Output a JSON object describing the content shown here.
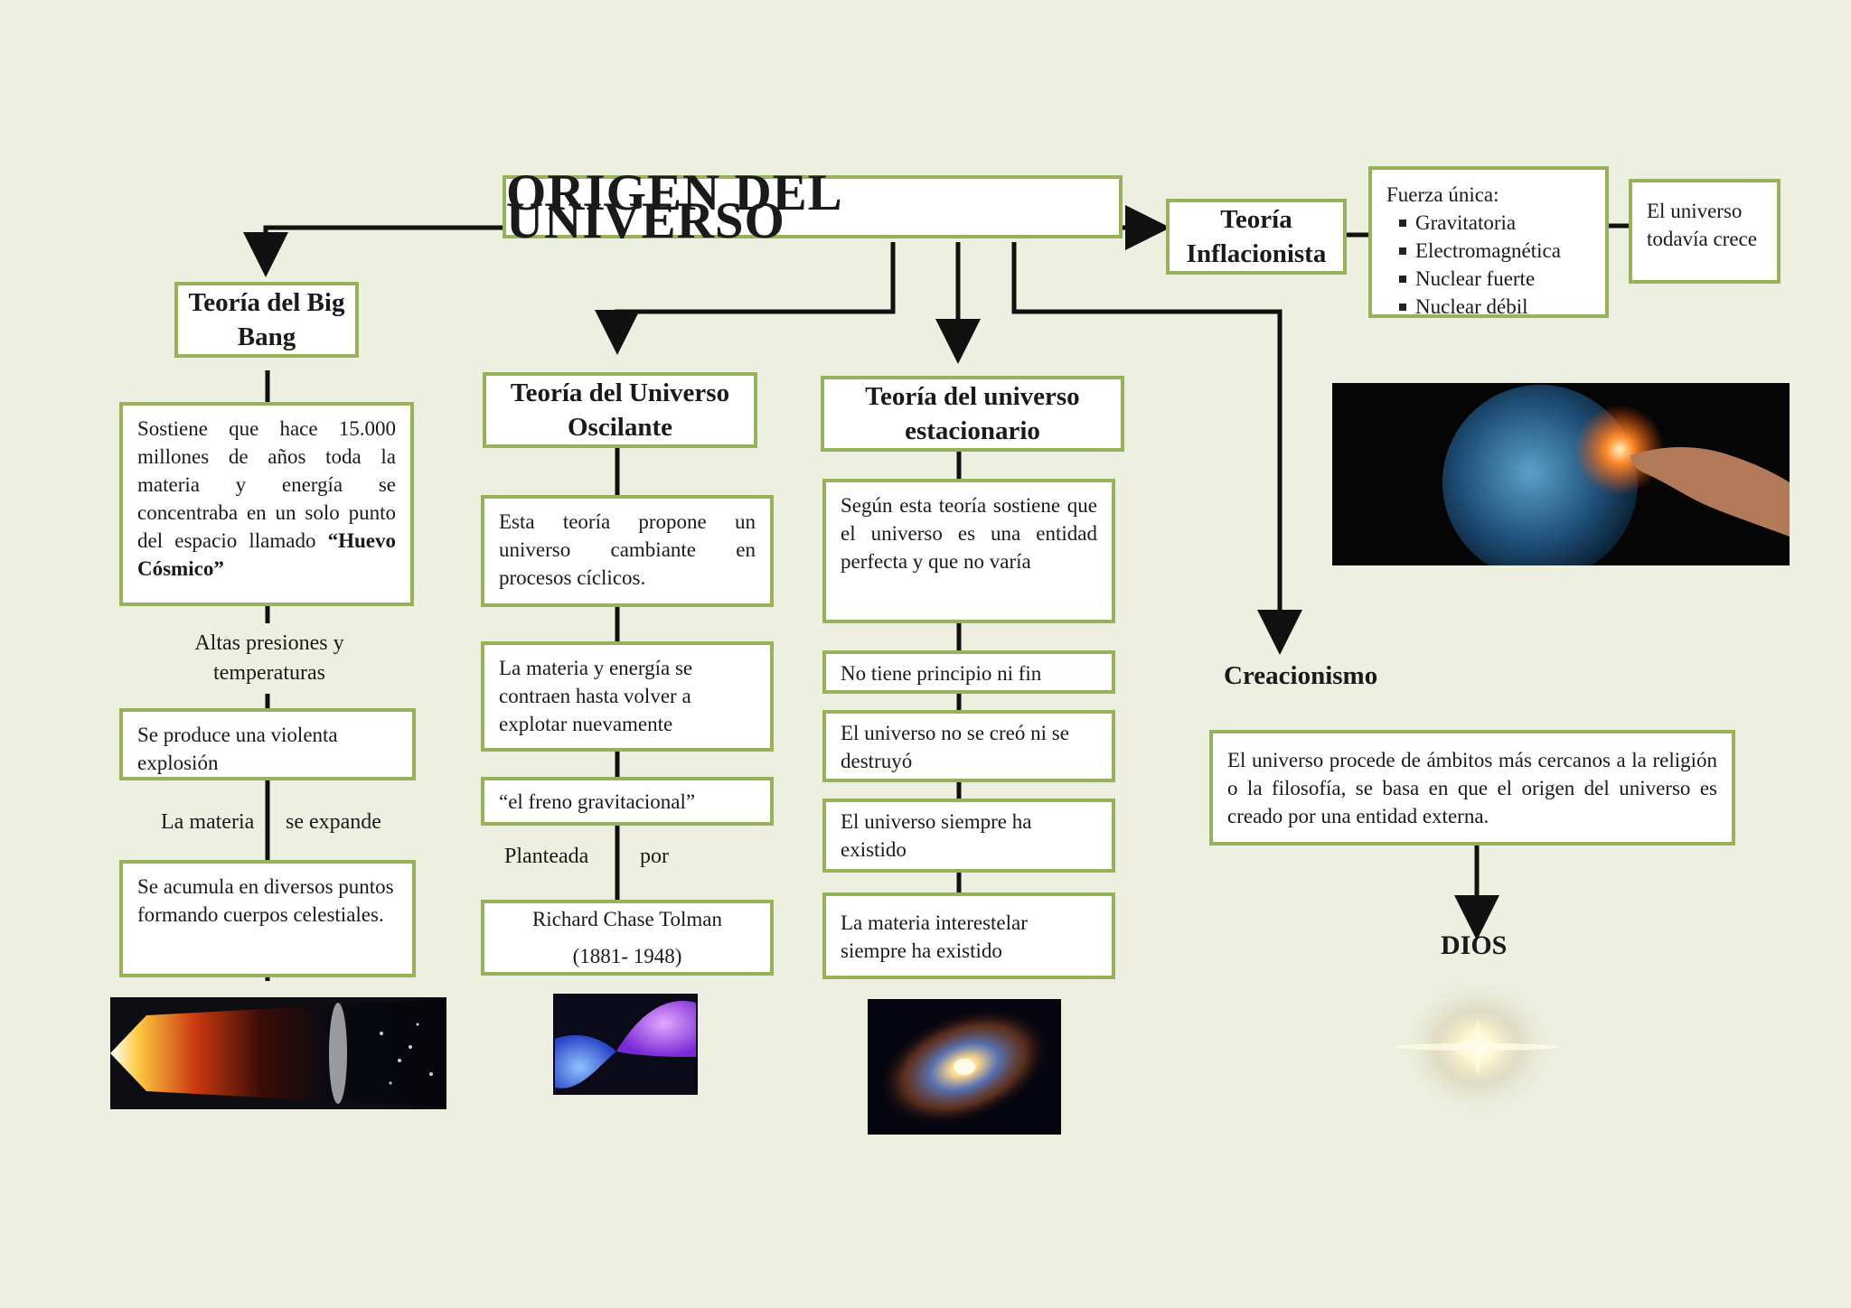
{
  "main_title": "ORIGEN DEL UNIVERSO",
  "big_bang": {
    "title": "Teoría del Big Bang",
    "desc_plain": "Sostiene que hace 15.000 millones de años toda la materia y energía se concentraba en un solo punto del espacio llamado",
    "desc_bold": "“Huevo Cósmico”",
    "label_pressure": "Altas presiones y temperaturas",
    "explosion": "Se produce una violenta explosión",
    "label_matter": "La materia",
    "label_expands": "se expande",
    "accumulates": "Se acumula en diversos puntos formando cuerpos celestiales."
  },
  "oscillating": {
    "title": "Teoría del Universo Oscilante",
    "desc": "Esta teoría propone un universo cambiante en procesos cíclicos.",
    "contract": "La materia y energía se contraen hasta volver a explotar nuevamente",
    "brake": "“el freno gravitacional”",
    "label_planteada": "Planteada",
    "label_por": "por",
    "author": "Richard Chase Tolman",
    "years": "(1881- 1948)"
  },
  "steady": {
    "title": "Teoría del universo estacionario",
    "desc": "Según esta teoría sostiene que el universo es una entidad perfecta y que no varía",
    "item1": "No tiene principio ni fin",
    "item2": "El universo no se creó ni se  destruyó",
    "item3": "El universo siempre ha existido",
    "item4": "La materia interestelar siempre ha existido"
  },
  "inflation": {
    "title": "Teoría Inflacionista",
    "forces_heading": "Fuerza única:",
    "forces": [
      "Gravitatoria",
      "Electromagnética",
      "Nuclear fuerte",
      "Nuclear débil"
    ],
    "growing": "El universo todavía crece"
  },
  "creationism": {
    "title": "Creacionismo",
    "desc": "El universo procede de ámbitos más cercanos a la religión o la filosofía, se basa en que el origen del universo es creado por una entidad externa.",
    "god": "DIOS"
  },
  "colors": {
    "box_border": "#97b35a",
    "background": "#edf0e0",
    "line": "#111111"
  }
}
